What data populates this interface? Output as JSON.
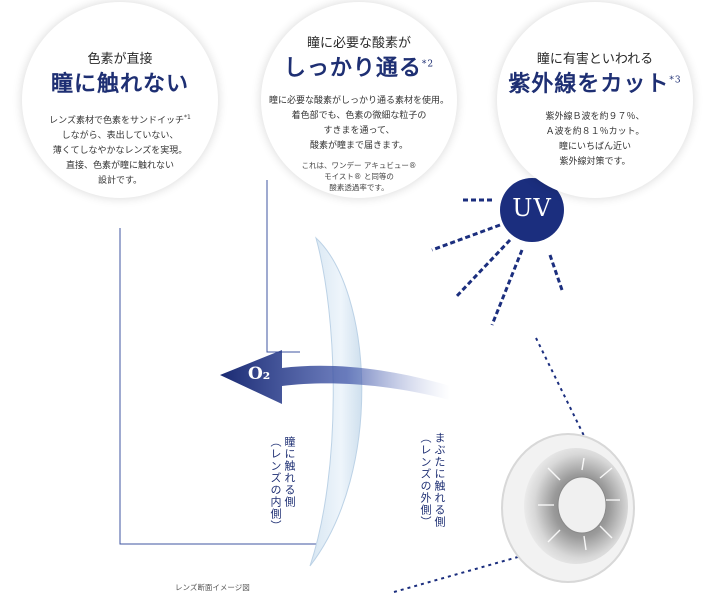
{
  "circles": [
    {
      "subtitle": "色素が直接",
      "title": "瞳に触れない",
      "body": [
        "レンズ素材で色素をサンドイッチ",
        "しながら、表出していない、",
        "薄くてしなやかなレンズを実現。",
        "直接、色素が瞳に触れない",
        "設計です。"
      ],
      "body_mark": "*1"
    },
    {
      "subtitle": "瞳に必要な酸素が",
      "title": "しっかり通る",
      "title_mark": "*2",
      "body": [
        "瞳に必要な酸素がしっかり通る素材を使用。",
        "着色部でも、色素の微細な粒子の",
        "すきまを通って、",
        "酸素が瞳まで届きます。"
      ],
      "note": [
        "これは、ワンデー アキュビュー®",
        "モイスト® と同等の",
        "酸素透過率です。"
      ]
    },
    {
      "subtitle": "瞳に有害といわれる",
      "title": "紫外線をカット",
      "title_mark": "*3",
      "body": [
        "紫外線Ｂ波を約９７％、",
        "Ａ波を約８１％カット。",
        "瞳にいちばん近い",
        "紫外線対策です。"
      ]
    }
  ],
  "uv_label": "UV",
  "o2_label": "O₂",
  "inner_side": [
    "瞳に触れる側",
    "（レンズの内側）"
  ],
  "outer_side": [
    "まぶたに触れる側",
    "（レンズの外側）"
  ],
  "caption": "レンズ断面イメージ図",
  "colors": {
    "navy": "#1e2f73",
    "uv_blue": "#1b2e7e",
    "line": "#3f55a0"
  }
}
